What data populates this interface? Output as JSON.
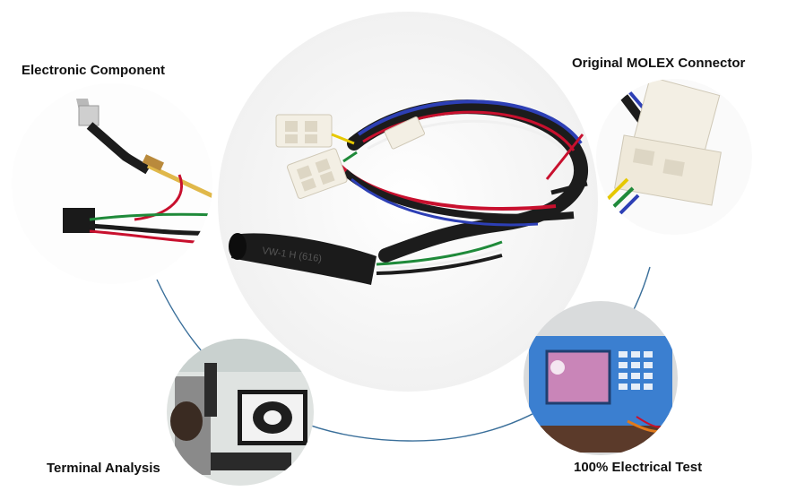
{
  "labels": {
    "top_left": "Electronic Component",
    "top_right": "Original MOLEX Connector",
    "bottom_left": "Terminal Analysis",
    "bottom_right": "100% Electrical Test"
  },
  "sleeve_print": "VW-1 H (616)",
  "colors": {
    "ring_line": "#3a6f9a",
    "cable_black": "#1c1c1c",
    "wire_red": "#c8102e",
    "wire_blue": "#2d3fb5",
    "wire_white": "#f0f0f0",
    "wire_green": "#1f8a3a",
    "connector": "#f3efe4",
    "tester_panel": "#3b7fd0",
    "tester_screen": "#c985b8"
  }
}
